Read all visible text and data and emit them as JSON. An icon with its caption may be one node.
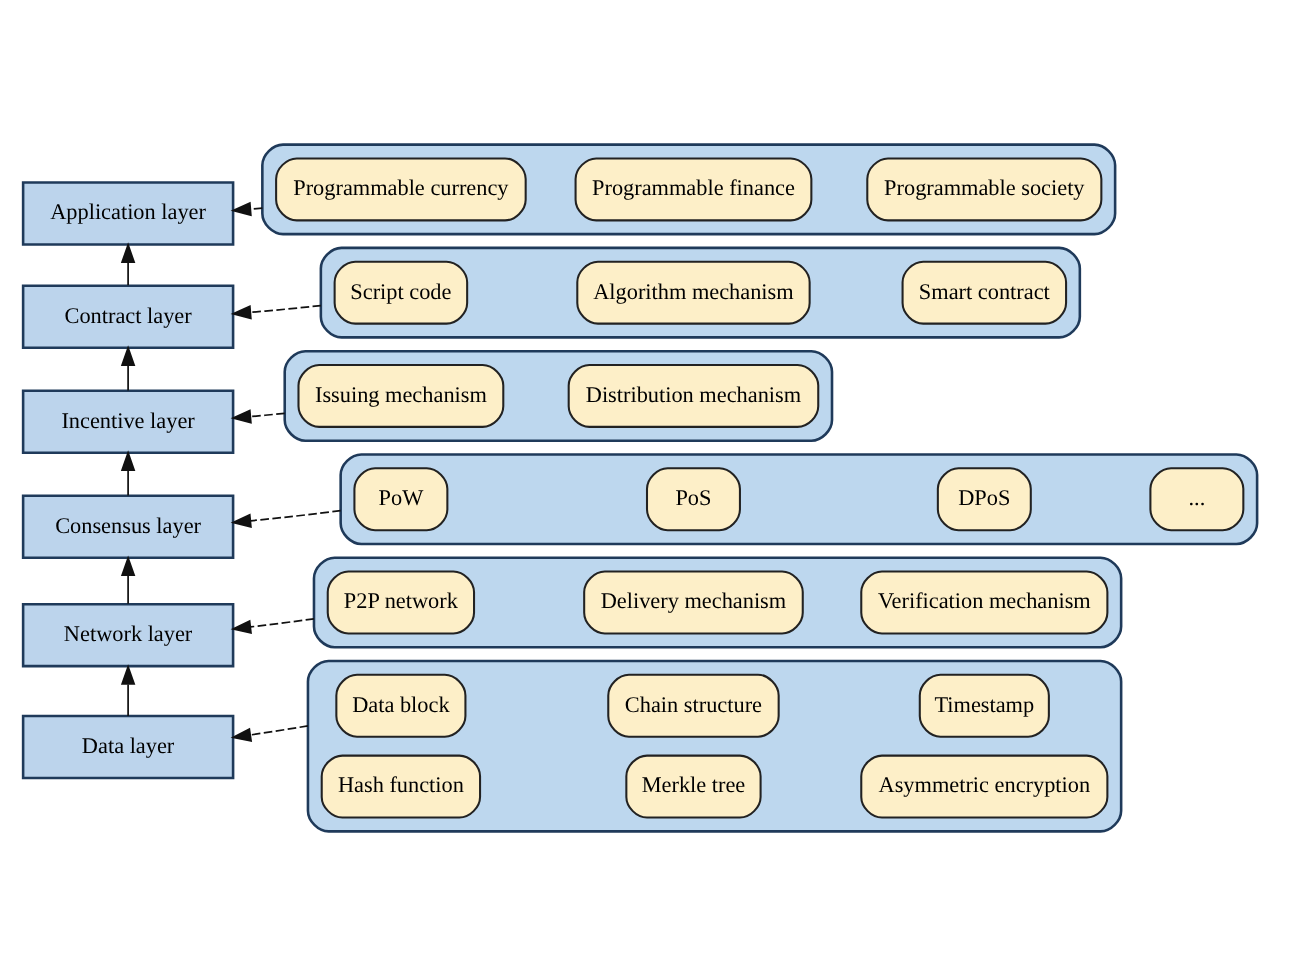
{
  "diagram": {
    "nodes": [
      {
        "text": [
          "Application layer"
        ]
      },
      {
        "text": [],
        "shape": "box"
      },
      {
        "text": [
          "Programmable currency"
        ],
        "in": 1
      },
      {
        "text": [
          "Programmable finance"
        ],
        "in": 1
      },
      {
        "text": [
          "Programmable society"
        ],
        "in": 1
      },
      {
        "text": [
          "Contract layer"
        ]
      },
      {
        "text": [],
        "shape": "box"
      },
      {
        "text": [
          "Script code"
        ],
        "in": 6
      },
      {
        "text": [
          "Algorithm mechanism"
        ],
        "in": 6
      },
      {
        "text": [
          "Smart contract"
        ],
        "in": 6
      },
      {
        "text": [
          "Incentive layer"
        ]
      },
      {
        "text": [],
        "shape": "box"
      },
      {
        "text": [
          "Issuing mechanism"
        ],
        "in": 11
      },
      {
        "text": [
          "Distribution mechanism"
        ],
        "in": 11
      },
      {
        "text": [
          "Consensus layer"
        ]
      },
      {
        "text": [],
        "shape": "box"
      },
      {
        "text": [
          "PoW"
        ],
        "in": 15
      },
      {
        "text": [
          "PoS"
        ],
        "in": 15
      },
      {
        "text": [
          "DPoS"
        ],
        "in": 15
      },
      {
        "text": [
          "..."
        ],
        "in": 15
      },
      {
        "text": [
          "Network layer"
        ]
      },
      {
        "text": [],
        "shape": "box"
      },
      {
        "text": [
          "P2P network"
        ],
        "in": 21
      },
      {
        "text": [
          "Delivery mechanism"
        ],
        "in": 21
      },
      {
        "text": [
          "Verification mechanism"
        ],
        "in": 21
      },
      {
        "text": [
          "Data layer"
        ]
      },
      {
        "text": [],
        "shape": "box"
      },
      {
        "text": [
          "Data block"
        ],
        "in": 26
      },
      {
        "text": [
          "Chain structure"
        ],
        "in": 26
      },
      {
        "text": [
          "Timestamp"
        ],
        "in": 26
      },
      {
        "text": [
          "Hash function"
        ],
        "in": 26
      },
      {
        "text": [
          "Merkle tree"
        ],
        "in": 26
      },
      {
        "text": [
          "Asymmetric encryption"
        ],
        "in": 26
      }
    ],
    "edges": [
      {
        "from": 1,
        "to": 0,
        "arrow": "to",
        "style": "dashed"
      },
      {
        "from": 6,
        "to": 5,
        "arrow": "to",
        "style": "dashed"
      },
      {
        "from": 11,
        "to": 10,
        "arrow": "to",
        "style": "dashed"
      },
      {
        "from": 15,
        "to": 14,
        "arrow": "to",
        "style": "dashed"
      },
      {
        "from": 21,
        "to": 20,
        "arrow": "to",
        "style": "dashed"
      },
      {
        "from": 26,
        "to": 25,
        "arrow": "to",
        "style": "dashed"
      },
      {
        "from": 25,
        "to": 20,
        "arrow": "to"
      },
      {
        "from": 20,
        "to": 14,
        "arrow": "to"
      },
      {
        "from": 14,
        "to": 10,
        "arrow": "to"
      },
      {
        "from": 10,
        "to": 5,
        "arrow": "to"
      },
      {
        "from": 5,
        "to": 0,
        "arrow": "to"
      }
    ]
  }
}
